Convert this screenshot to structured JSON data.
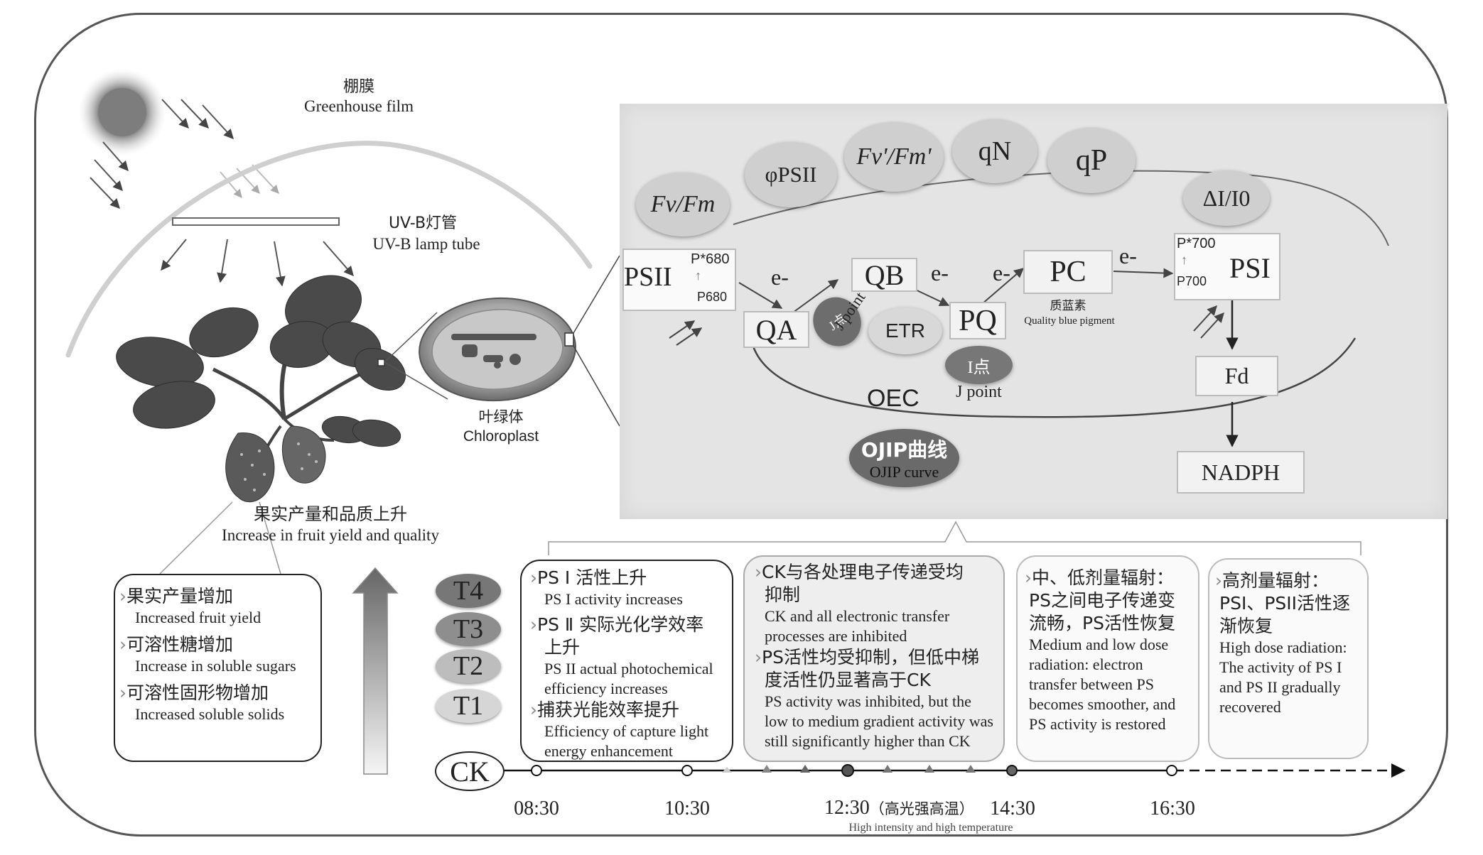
{
  "greenhouse": {
    "zh": "棚膜",
    "en": "Greenhouse film"
  },
  "lamp": {
    "zh": "UV-B灯管",
    "en": "UV-B lamp tube"
  },
  "chloroplast": {
    "zh": "叶绿体",
    "en": "Chloroplast"
  },
  "fruit": {
    "zh": "果实产量和品质上升",
    "en": "Increase in fruit yield and quality"
  },
  "params": {
    "fvfm": "Fv/Fm",
    "phipsii": "φPSII",
    "fvfm_prime": "Fv'/Fm'",
    "qn": "qN",
    "qp": "qP",
    "di": "ΔI/I0"
  },
  "chain": {
    "psii": "PSII",
    "p680_star": "P*680",
    "p680": "P680",
    "e": "e-",
    "qa": "QA",
    "qb": "QB",
    "etr": "ETR",
    "jpoint_zh": "J点",
    "jpoint_rot": "J point",
    "ipoint_zh": "I点",
    "ipoint_en": "J point",
    "pq": "PQ",
    "pc": "PC",
    "pc_zh": "质蓝素",
    "pc_en": "Quality blue pigment",
    "psi": "PSI",
    "p700_star": "P*700",
    "p700": "P700",
    "fd": "Fd",
    "nadph": "NADPH",
    "oec": "OEC",
    "ojip_zh": "OJIP曲线",
    "ojip_en": "OJIP curve"
  },
  "fruitbox": {
    "l1_zh": "果实产量增加",
    "l1_en": "Increased fruit yield",
    "l2_zh": "可溶性糖增加",
    "l2_en": "Increase in soluble sugars",
    "l3_zh": "可溶性固形物增加",
    "l3_en": "Increased soluble solids"
  },
  "treatments": [
    "T4",
    "T3",
    "T2",
    "T1"
  ],
  "ck": "CK",
  "box1": {
    "a_zh": "PS Ⅰ 活性上升",
    "a_en": "PS I activity increases",
    "b_zh1": "PS Ⅱ 实际光化学效率",
    "b_zh2": "上升",
    "b_en1": "PS II actual photochemical",
    "b_en2": "efficiency increases",
    "c_zh": "捕获光能效率提升",
    "c_en1": "Efficiency of capture light",
    "c_en2": "energy enhancement"
  },
  "box2": {
    "a_zh1": "CK与各处理电子传递受均",
    "a_zh2": "抑制",
    "a_en1": "CK and all electronic transfer",
    "a_en2": "processes are inhibited",
    "b_zh1": "PS活性均受抑制，但低中梯",
    "b_zh2": "度活性仍显著高于CK",
    "b_en1": "PS activity was inhibited, but the",
    "b_en2": "low to medium gradient activity was",
    "b_en3": "still significantly higher than CK"
  },
  "box3": {
    "zh1": "中、低剂量辐射：",
    "zh2": "PS之间电子传递变",
    "zh3": "流畅，PS活性恢复",
    "en1": "Medium and low dose",
    "en2": "radiation: electron",
    "en3": "transfer between PS",
    "en4": "becomes smoother, and",
    "en5": "PS activity is restored"
  },
  "box4": {
    "zh1": "高剂量辐射：",
    "zh2": "PSI、PSII活性逐",
    "zh3": "渐恢复",
    "en1": "High dose radiation:",
    "en2": "The activity of PS I",
    "en3": "and PS II gradually",
    "en4": "recovered"
  },
  "timeline": {
    "t1": "08:30",
    "t2": "10:30",
    "t3": "12:30",
    "t3_zh": "（高光强高温）",
    "t4": "14:30",
    "t5": "16:30",
    "note": "High intensity and high temperature"
  },
  "colors": {
    "panel": "#e4e4e4",
    "frame": "#555555",
    "leaf": "#4a4a4a"
  }
}
